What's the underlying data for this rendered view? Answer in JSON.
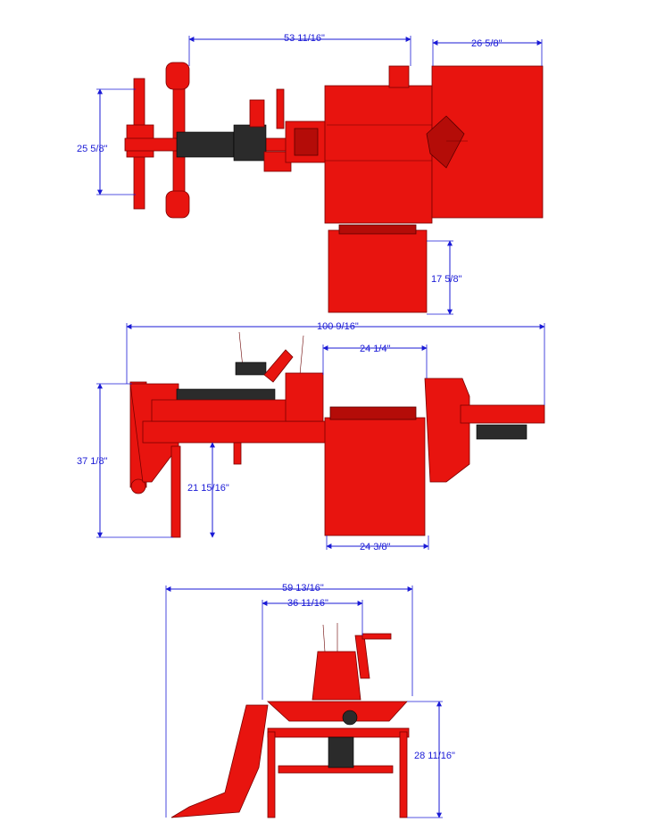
{
  "colors": {
    "machine": "#e8140f",
    "machine_shadow": "#b40c08",
    "dimension": "#1a1ad6",
    "background": "#ffffff"
  },
  "views": {
    "top": {
      "dim_length_to_table": "53 11/16\"",
      "dim_table_width": "26 5/8\"",
      "dim_frame_width": "25 5/8\"",
      "dim_tray_depth": "17 5/8\""
    },
    "side": {
      "dim_overall_length": "100 9/16\"",
      "dim_upper_width": "24 1/4\"",
      "dim_overall_height": "37 1/8\"",
      "dim_beam_height": "21 15/16\"",
      "dim_lower_width": "24 3/8\""
    },
    "front": {
      "dim_overall_width": "59 13/16\"",
      "dim_tray_width": "36 11/16\"",
      "dim_height": "28 11/16\""
    }
  }
}
